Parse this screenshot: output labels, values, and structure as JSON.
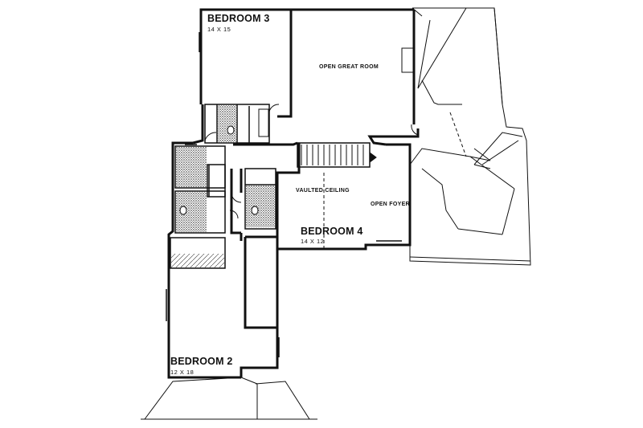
{
  "rooms": {
    "bedroom3": {
      "name": "BEDROOM 3",
      "dims": "14 X 15"
    },
    "great_room": {
      "name": "OPEN GREAT ROOM"
    },
    "vaulted": {
      "name": "VAULTED CEILING"
    },
    "foyer": {
      "name": "OPEN FOYER"
    },
    "bedroom4": {
      "name": "BEDROOM 4",
      "dims": "14 X 12"
    },
    "bedroom2": {
      "name": "BEDROOM 2",
      "dims": "12 X 18"
    }
  },
  "colors": {
    "line": "#111111",
    "background": "#ffffff"
  }
}
